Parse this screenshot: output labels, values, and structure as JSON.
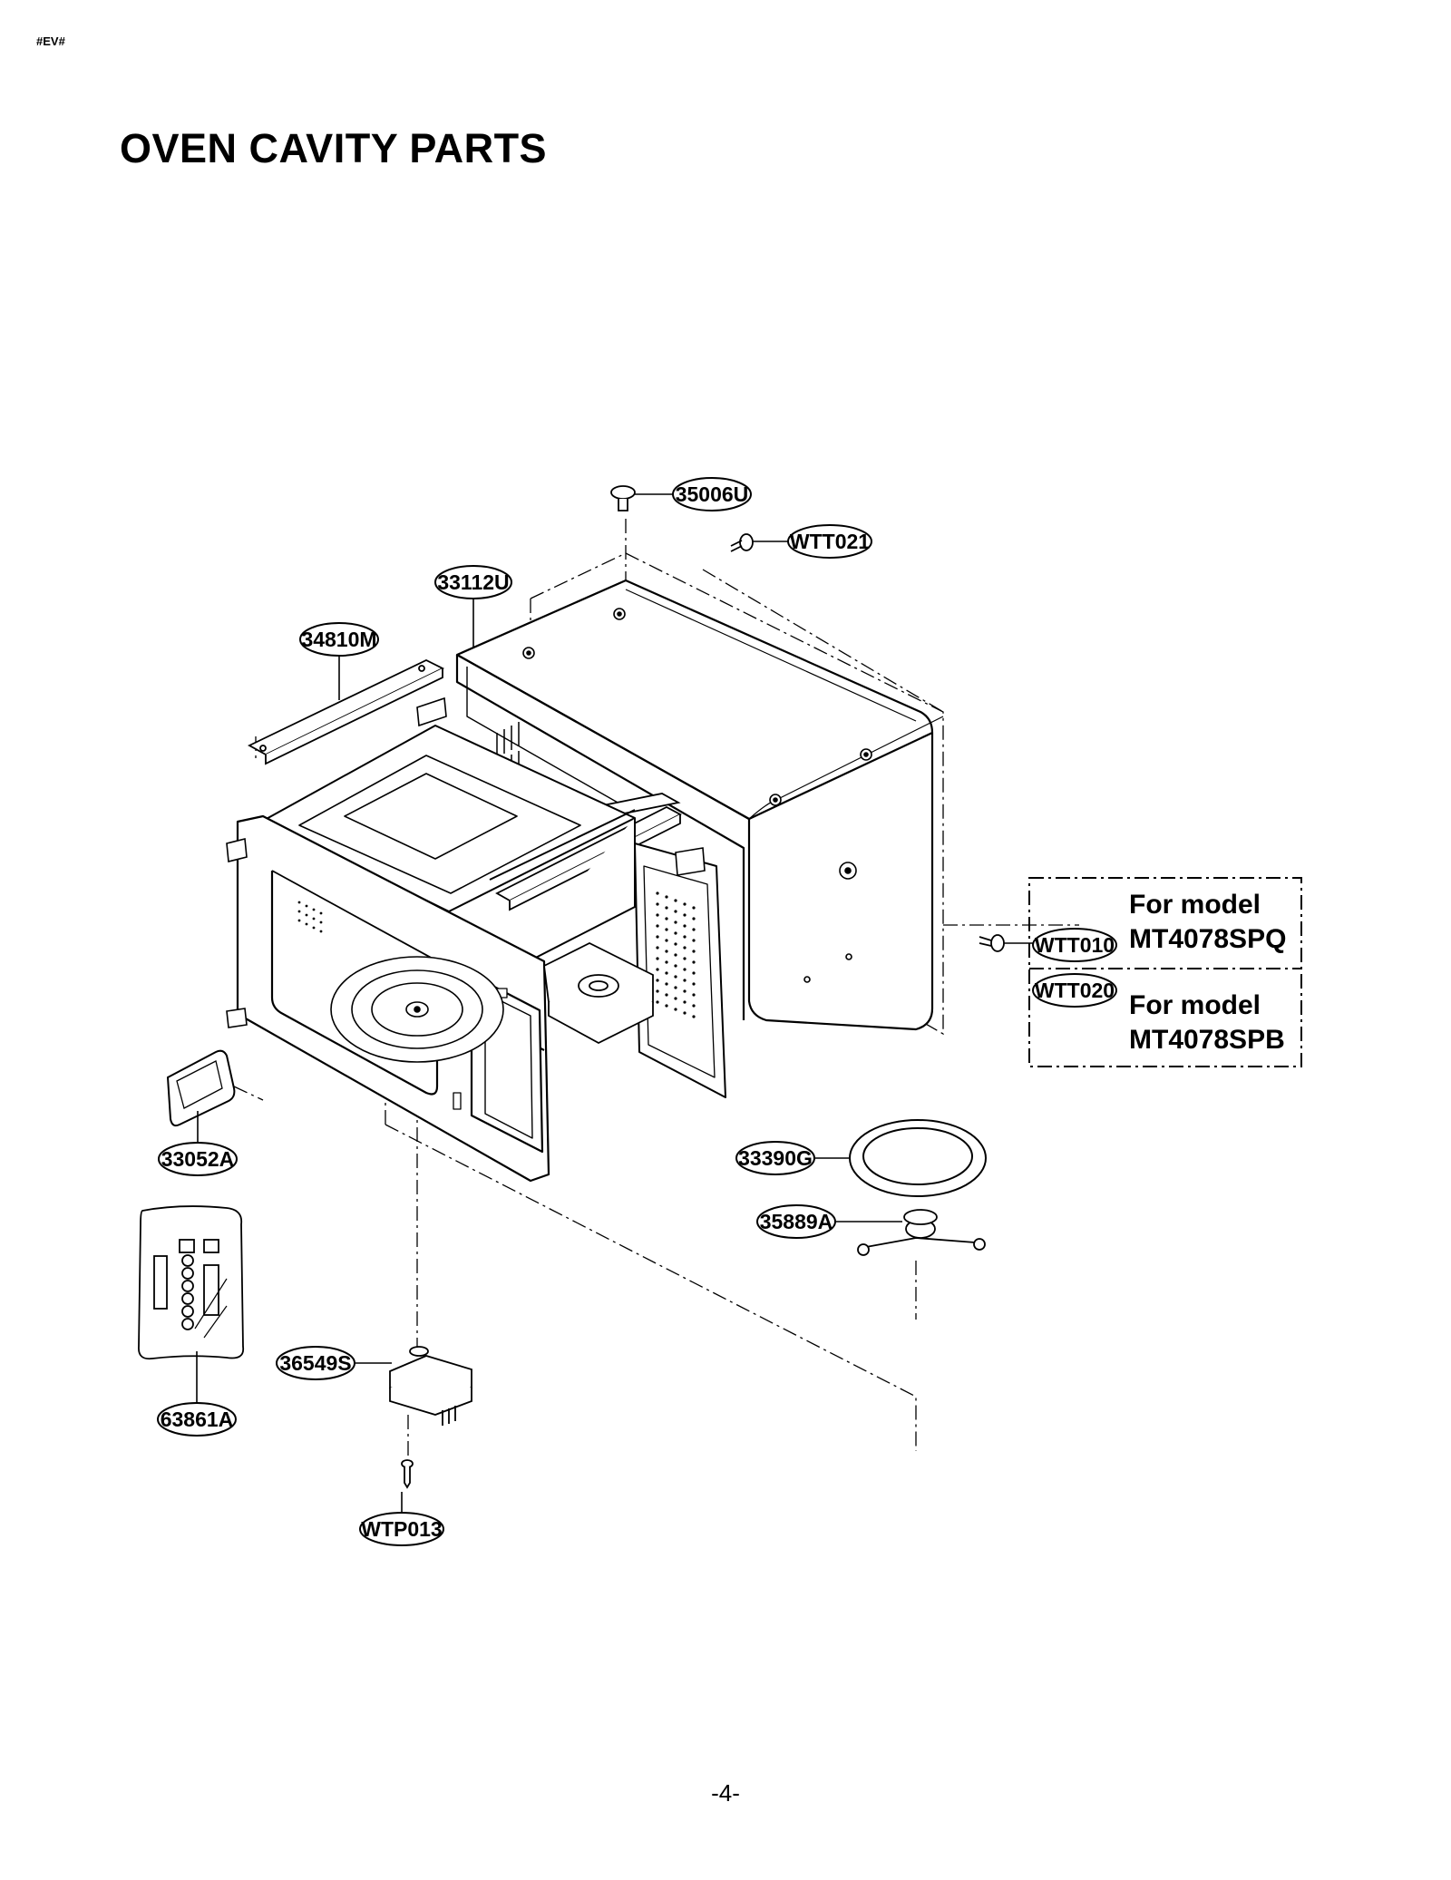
{
  "header": {
    "marker": "#EV#",
    "title": "OVEN CAVITY PARTS"
  },
  "callouts": {
    "c35006U": "35006U",
    "cWTT021": "WTT021",
    "c33112U": "33112U",
    "c34810M": "34810M",
    "cWTT010": "WTT010",
    "cWTT020": "WTT020",
    "c33052A": "33052A",
    "c33390G": "33390G",
    "c35889A": "35889A",
    "c36549S": "36549S",
    "c63861A": "63861A",
    "cWTP013": "WTP013"
  },
  "model_notes": {
    "note1_line1": "For model",
    "note1_line2": "MT4078SPQ",
    "note2_line1": "For model",
    "note2_line2": "MT4078SPB"
  },
  "footer": {
    "page_number": "-4-"
  }
}
